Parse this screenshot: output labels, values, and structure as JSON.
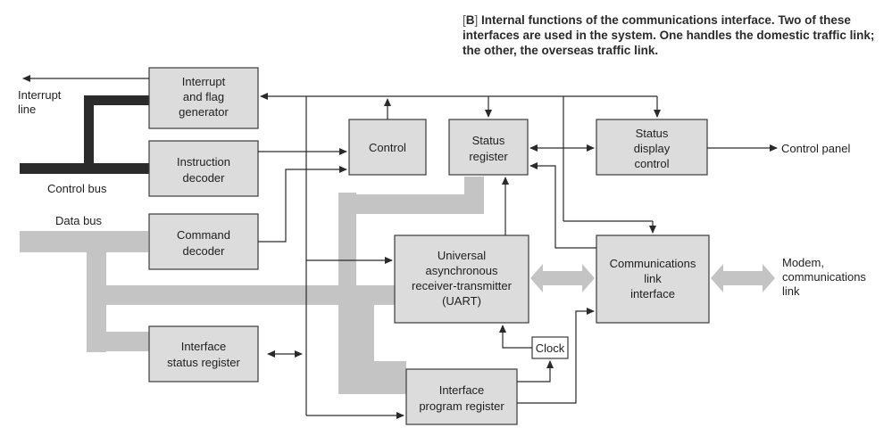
{
  "caption": {
    "tag": "B",
    "text": "Internal functions of the communications interface. Two of these interfaces are used in the system. One handles the domestic traffic link; the other, the overseas traffic link."
  },
  "blocks": {
    "interrupt_flag_generator": [
      "Interrupt",
      "and flag",
      "generator"
    ],
    "instruction_decoder": [
      "Instruction",
      "decoder"
    ],
    "command_decoder": [
      "Command",
      "decoder"
    ],
    "interface_status_register": [
      "Interface",
      "status register"
    ],
    "control": [
      "Control"
    ],
    "status_register": [
      "Status",
      "register"
    ],
    "status_display_control": [
      "Status",
      "display",
      "control"
    ],
    "uart": [
      "Universal",
      "asynchronous",
      "receiver-transmitter",
      "(UART)"
    ],
    "communications_link_interface": [
      "Communications",
      "link",
      "interface"
    ],
    "clock": [
      "Clock"
    ],
    "interface_program_register": [
      "Interface",
      "program register"
    ]
  },
  "external": {
    "interrupt_line": [
      "Interrupt",
      "line"
    ],
    "control_bus": "Control bus",
    "data_bus": "Data bus",
    "control_panel": "Control panel",
    "modem_link": [
      "Modem,",
      "communications",
      "link"
    ]
  }
}
